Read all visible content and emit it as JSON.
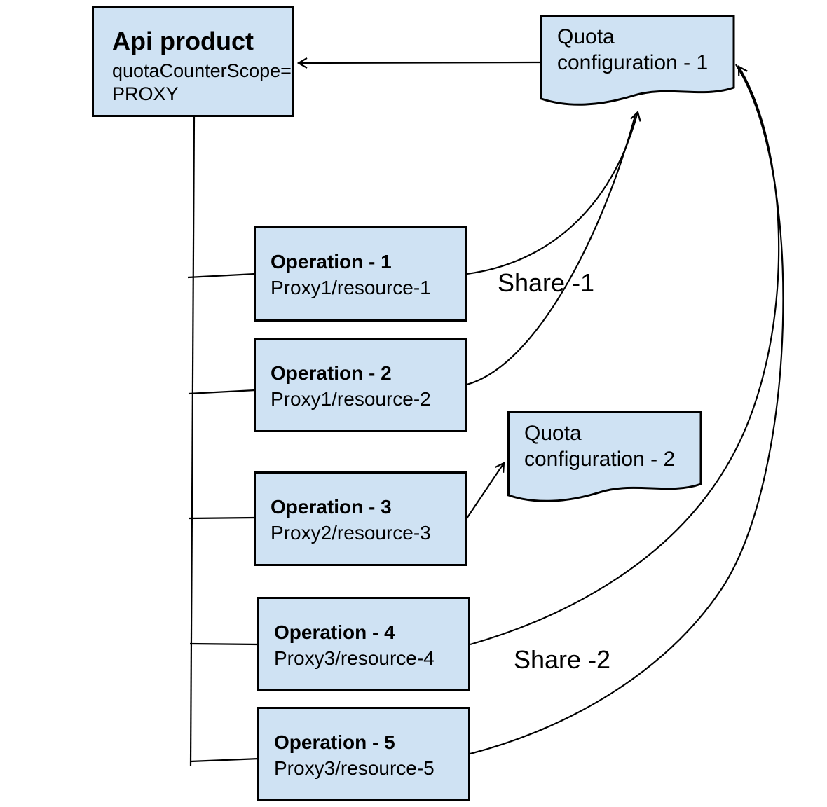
{
  "diagram": {
    "nodes": {
      "api_product": {
        "title": "Api product",
        "attr_line1": "quotaCounterScope=",
        "attr_line2": "PROXY"
      },
      "quota_config_1": {
        "label": "Quota configuration - 1"
      },
      "quota_config_2": {
        "label": "Quota configuration - 2"
      },
      "operations": [
        {
          "title": "Operation - 1",
          "path": "Proxy1/resource-1"
        },
        {
          "title": "Operation - 2",
          "path": "Proxy1/resource-2"
        },
        {
          "title": "Operation - 3",
          "path": "Proxy2/resource-3"
        },
        {
          "title": "Operation - 4",
          "path": "Proxy3/resource-4"
        },
        {
          "title": "Operation - 5",
          "path": "Proxy3/resource-5"
        }
      ]
    },
    "labels": {
      "share_1": "Share -1",
      "share_2": "Share -2"
    },
    "colors": {
      "node_fill": "#cfe2f3",
      "node_border": "#000000",
      "connector": "#000000"
    }
  }
}
